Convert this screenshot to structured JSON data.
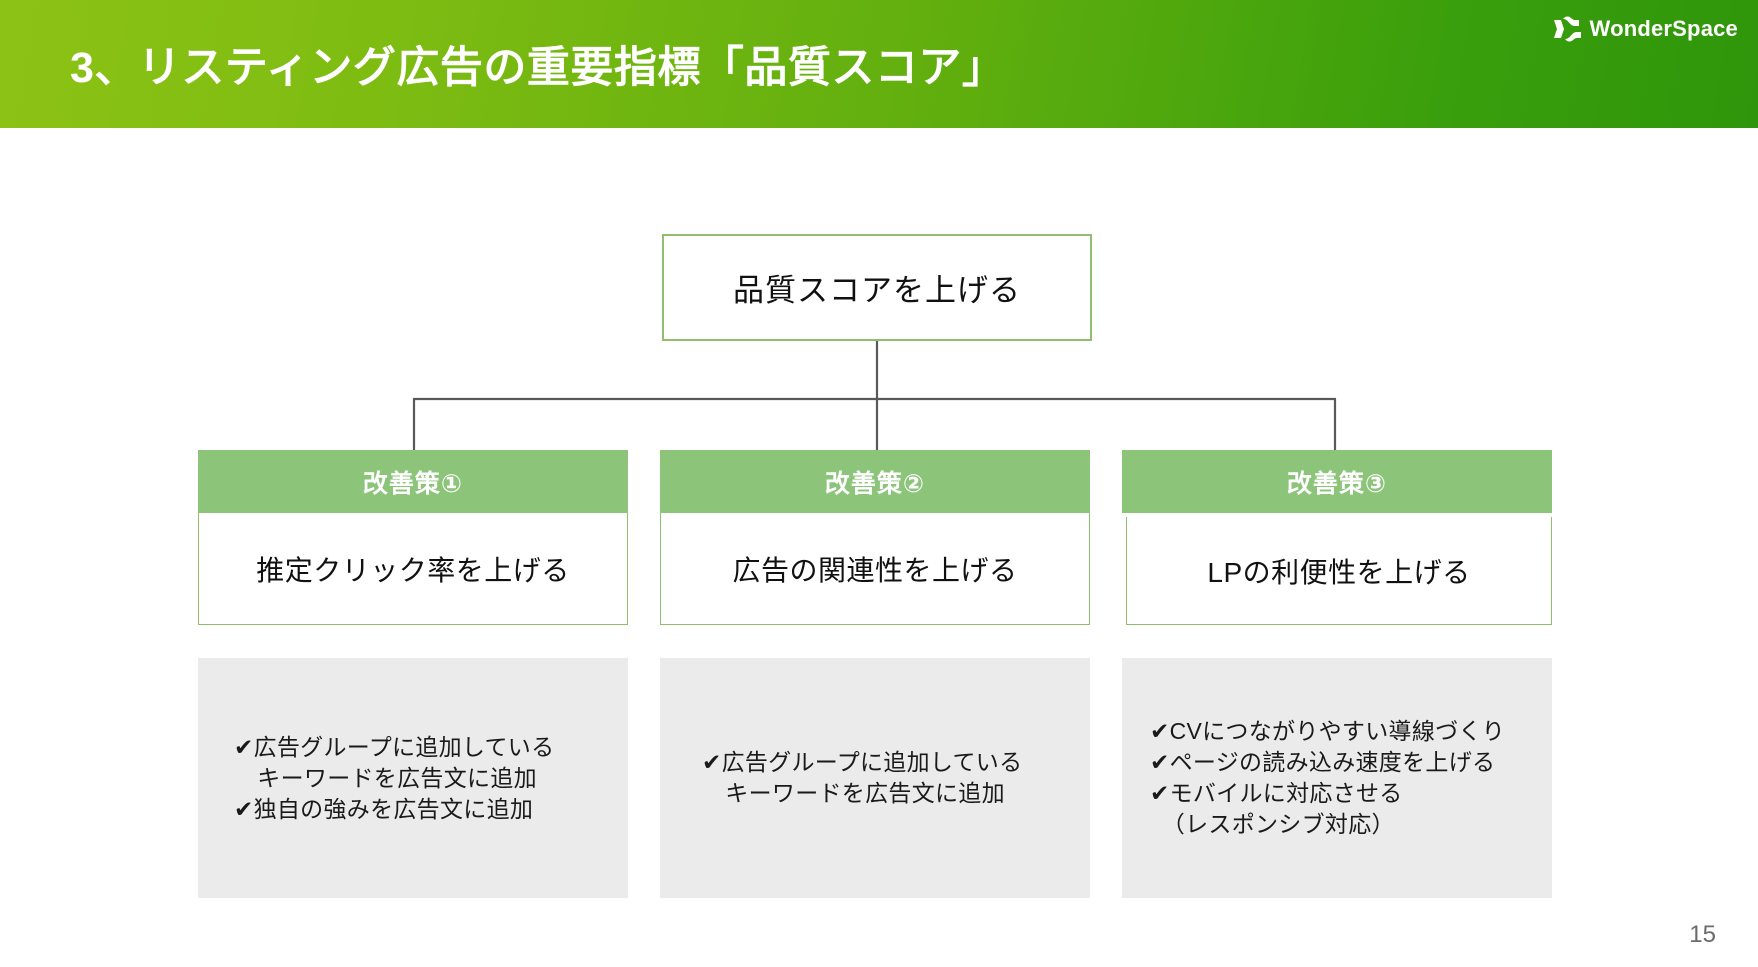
{
  "slide": {
    "title": "3、リスティング広告の重要指標「品質スコア」",
    "page_number": "15",
    "background_color": "#FFFFFF"
  },
  "logo": {
    "text": "WonderSpace",
    "mark_name": "wonderspace-logo-mark",
    "color": "#FFFFFF"
  },
  "header": {
    "gradient_from": "#8CC215",
    "gradient_to": "#2F960B"
  },
  "colors": {
    "node_border_green": "#8FBF6E",
    "header_bar_green": "#8CC47A",
    "detail_gray": "#EBEBEB",
    "connector_gray": "#595959",
    "text_dark": "#111111",
    "page_number_gray": "#6B6B6B"
  },
  "diagram": {
    "root": {
      "label": "品質スコアを上げる"
    },
    "columns": [
      {
        "header": "改善策①",
        "body": "推定クリック率を上げる",
        "details": [
          "✔広告グループに追加している",
          "　キーワードを広告文に追加",
          "✔独自の強みを広告文に追加"
        ]
      },
      {
        "header": "改善策②",
        "body": "広告の関連性を上げる",
        "details": [
          "✔広告グループに追加している",
          "　キーワードを広告文に追加"
        ]
      },
      {
        "header": "改善策③",
        "body": "LPの利便性を上げる",
        "details": [
          "✔CVにつながりやすい導線づくり",
          "✔ページの読み込み速度を上げる",
          "✔モバイルに対応させる",
          "　（レスポンシブ対応）"
        ]
      }
    ]
  }
}
